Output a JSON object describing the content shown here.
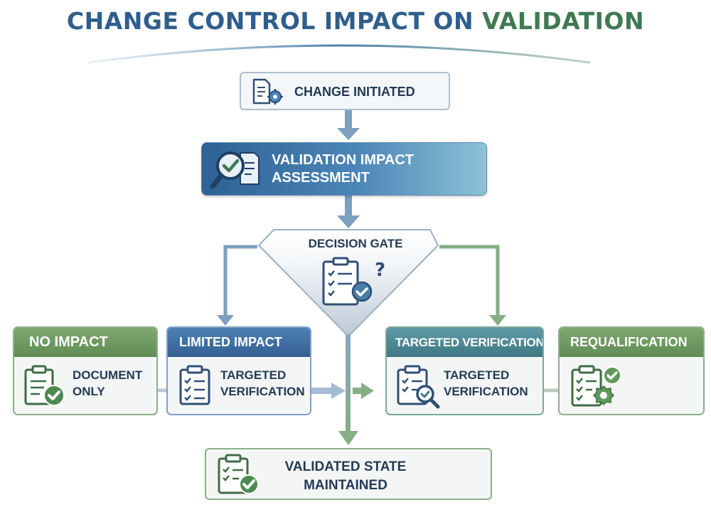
{
  "title": {
    "part1": "CHANGE CONTROL IMPACT ON ",
    "part2": "VALIDATION"
  },
  "nodes": {
    "start": "CHANGE INITIATED",
    "assessment": "VALIDATION IMPACT ASSESSMENT",
    "gate": "DECISION GATE",
    "gate_symbol": "?",
    "final": "VALIDATED STATE MAINTAINED"
  },
  "options": [
    {
      "heading": "NO IMPACT",
      "text_line1": "DOCUMENT",
      "text_line2": "ONLY"
    },
    {
      "heading": "LIMITED IMPACT",
      "text_line1": "TARGETED",
      "text_line2": "VERIFICATION"
    },
    {
      "heading": "TARGETED VERIFICATION",
      "text_line1": "TARGETED",
      "text_line2": "VERIFICATION"
    },
    {
      "heading": "REQUALIFICATION"
    }
  ],
  "colors": {
    "title_blue": "#2f5e8c",
    "title_green": "#3f7a52",
    "flow_blue": "#7e9fc0",
    "flow_green": "#86ad84",
    "header_green": "#6a9a5e",
    "header_blue": "#3f6fa3",
    "header_teal": "#4f8996"
  },
  "icons": {
    "start": "document-gear-icon",
    "assessment": "magnifier-check-icon",
    "gate": "clipboard-question-icon",
    "no_impact": "clipboard-check-icon",
    "limited_impact": "checklist-clipboard-icon",
    "targeted_verification": "clipboard-search-icon",
    "requalification": "clipboard-badge-icon",
    "final": "clipboard-check-icon"
  }
}
